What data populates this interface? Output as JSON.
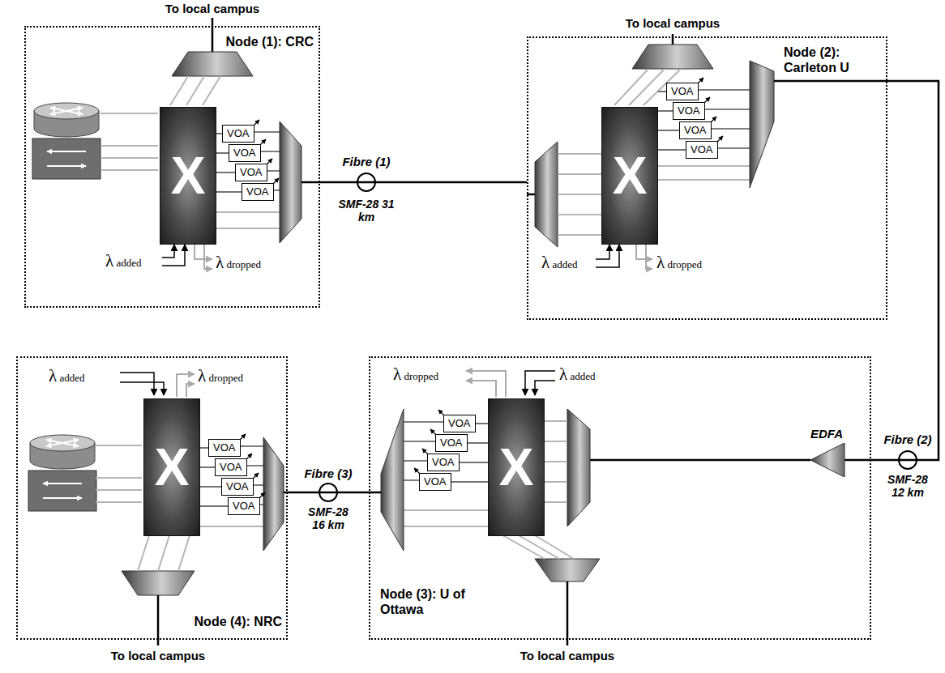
{
  "diagram": {
    "nodes": [
      {
        "text": [
          "Node (1): CRC"
        ]
      },
      {
        "text": [
          "X"
        ],
        "in": 0
      },
      {
        "text": [
          "VOA"
        ],
        "in": 0
      },
      {
        "text": [
          "VOA"
        ],
        "in": 0
      },
      {
        "text": [
          "VOA"
        ],
        "in": 0
      },
      {
        "text": [
          "VOA"
        ],
        "in": 0
      },
      {
        "text": [
          "Node (2): Carleton U"
        ]
      },
      {
        "text": [
          "X"
        ],
        "in": 6
      },
      {
        "text": [
          "VOA"
        ],
        "in": 6
      },
      {
        "text": [
          "VOA"
        ],
        "in": 6
      },
      {
        "text": [
          "VOA"
        ],
        "in": 6
      },
      {
        "text": [
          "VOA"
        ],
        "in": 6
      },
      {
        "text": [
          "Node (3): U of Ottawa"
        ]
      },
      {
        "text": [
          "X"
        ],
        "in": 12
      },
      {
        "text": [
          "VOA"
        ],
        "in": 12
      },
      {
        "text": [
          "VOA"
        ],
        "in": 12
      },
      {
        "text": [
          "VOA"
        ],
        "in": 12
      },
      {
        "text": [
          "VOA"
        ],
        "in": 12
      },
      {
        "text": [
          "Node (4): NRC"
        ]
      },
      {
        "text": [
          "X"
        ],
        "in": 18
      },
      {
        "text": [
          "VOA"
        ],
        "in": 18
      },
      {
        "text": [
          "VOA"
        ],
        "in": 18
      },
      {
        "text": [
          "VOA"
        ],
        "in": 18
      },
      {
        "text": [
          "VOA"
        ],
        "in": 18
      }
    ],
    "edges": [
      {
        "from": 0,
        "to": 6,
        "arrow": "none",
        "label": "Fibre (1)"
      },
      {
        "from": 6,
        "to": 12,
        "arrow": "none",
        "label": "Fibre (2)"
      },
      {
        "from": 12,
        "to": 18,
        "arrow": "none",
        "label": "Fibre (3)"
      },
      {
        "from": 1,
        "to": 2,
        "arrow": "none"
      },
      {
        "from": 1,
        "to": 3,
        "arrow": "none"
      },
      {
        "from": 1,
        "to": 4,
        "arrow": "none"
      },
      {
        "from": 1,
        "to": 5,
        "arrow": "none"
      },
      {
        "from": 7,
        "to": 8,
        "arrow": "none"
      },
      {
        "from": 7,
        "to": 9,
        "arrow": "none"
      },
      {
        "from": 7,
        "to": 10,
        "arrow": "none"
      },
      {
        "from": 7,
        "to": 11,
        "arrow": "none"
      },
      {
        "from": 13,
        "to": 14,
        "arrow": "none"
      },
      {
        "from": 13,
        "to": 15,
        "arrow": "none"
      },
      {
        "from": 13,
        "to": 16,
        "arrow": "none"
      },
      {
        "from": 13,
        "to": 17,
        "arrow": "none"
      },
      {
        "from": 19,
        "to": 20,
        "arrow": "none"
      },
      {
        "from": 19,
        "to": 21,
        "arrow": "none"
      },
      {
        "from": 19,
        "to": 22,
        "arrow": "none"
      },
      {
        "from": 19,
        "to": 23,
        "arrow": "none"
      }
    ],
    "labels": [
      "To local campus",
      "λ added",
      "λ dropped",
      "To local campus",
      "λ added",
      "λ dropped",
      "To local campus",
      "λ dropped",
      "λ added",
      "EDFA",
      "To local campus",
      "λ added",
      "λ dropped",
      "SMF-28 31 km",
      "SMF-28 12 km",
      "SMF-28 16 km"
    ]
  }
}
